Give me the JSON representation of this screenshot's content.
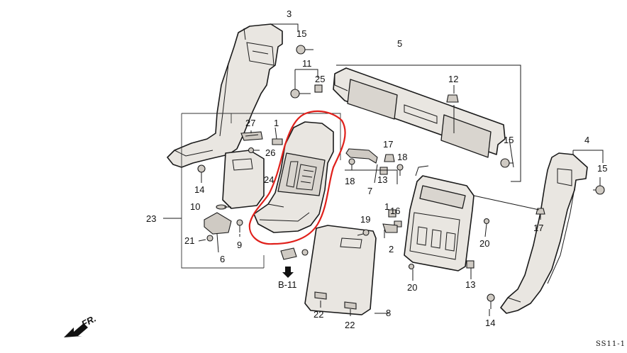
{
  "figure": {
    "callouts": [
      {
        "id": "c3",
        "text": "3"
      },
      {
        "id": "c15a",
        "text": "15"
      },
      {
        "id": "c11",
        "text": "11"
      },
      {
        "id": "c25",
        "text": "25"
      },
      {
        "id": "c5",
        "text": "5"
      },
      {
        "id": "c12",
        "text": "12"
      },
      {
        "id": "c27",
        "text": "27"
      },
      {
        "id": "c1a",
        "text": "1"
      },
      {
        "id": "c26",
        "text": "26"
      },
      {
        "id": "c24",
        "text": "24"
      },
      {
        "id": "c17a",
        "text": "17"
      },
      {
        "id": "c18a",
        "text": "18"
      },
      {
        "id": "c18b",
        "text": "18"
      },
      {
        "id": "c13a",
        "text": "13"
      },
      {
        "id": "c7",
        "text": "7"
      },
      {
        "id": "c15b",
        "text": "15"
      },
      {
        "id": "c4",
        "text": "4"
      },
      {
        "id": "c15c",
        "text": "15"
      },
      {
        "id": "c14a",
        "text": "14"
      },
      {
        "id": "c10",
        "text": "10"
      },
      {
        "id": "c23",
        "text": "23"
      },
      {
        "id": "c21",
        "text": "21"
      },
      {
        "id": "c6",
        "text": "6"
      },
      {
        "id": "c9",
        "text": "9"
      },
      {
        "id": "c1b",
        "text": "1"
      },
      {
        "id": "c16",
        "text": "16"
      },
      {
        "id": "c19",
        "text": "19"
      },
      {
        "id": "c2",
        "text": "2"
      },
      {
        "id": "c17b",
        "text": "17"
      },
      {
        "id": "c20a",
        "text": "20"
      },
      {
        "id": "c20b",
        "text": "20"
      },
      {
        "id": "c13b",
        "text": "13"
      },
      {
        "id": "c14b",
        "text": "14"
      },
      {
        "id": "c8",
        "text": "8"
      },
      {
        "id": "c22a",
        "text": "22"
      },
      {
        "id": "c22b",
        "text": "22"
      }
    ],
    "reference": "B-11",
    "direction_label": "FR.",
    "drawing_code": "SS11-1",
    "highlight_color": "#e0201b"
  }
}
